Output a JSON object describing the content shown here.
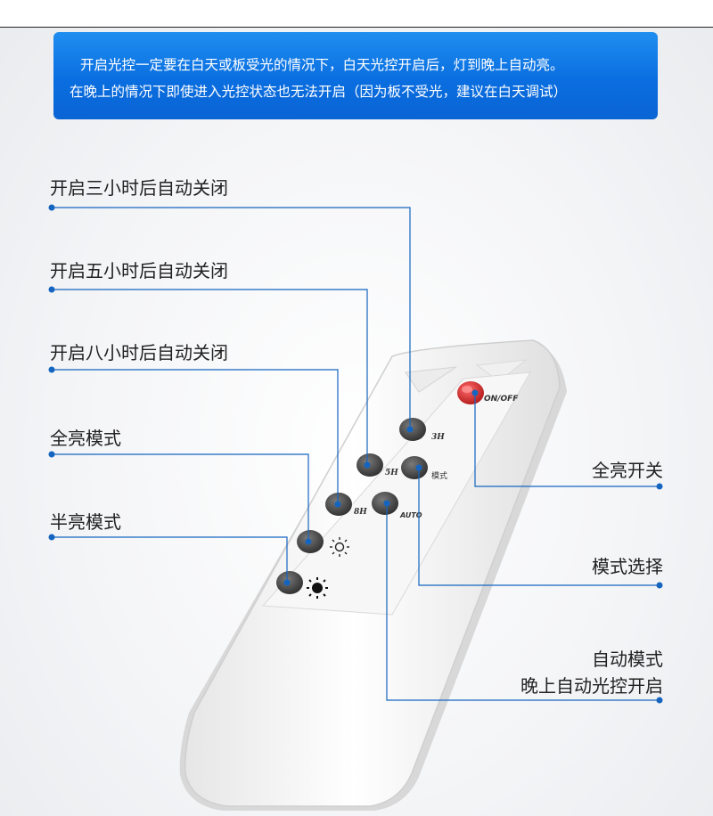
{
  "banner": {
    "line1": "开启光控一定要在白天或板受光的情况下，白天光控开启后，灯到晚上自动亮。",
    "line2": "在晚上的情况下即使进入光控状态也无法开启（因为板不受光，建议在白天调试）"
  },
  "callouts": {
    "three_hours": "开启三小时后自动关闭",
    "five_hours": "开启五小时后自动关闭",
    "eight_hours": "开启八小时后自动关闭",
    "full_bright": "全亮模式",
    "half_bright": "半亮模式",
    "full_switch": "全亮开关",
    "mode_select": "模式选择",
    "auto_mode_line1": "自动模式",
    "auto_mode_line2": "晚上自动光控开启"
  },
  "remote": {
    "power_label": "ON/OFF",
    "btn_3h": "3H",
    "btn_5h": "5H",
    "btn_8h": "8H",
    "btn_mode": "模式",
    "btn_auto": "AUTO"
  },
  "colors": {
    "banner": "#0a6ee0",
    "leader_line": "#1565c0",
    "power_button": "#d42a2a",
    "button": "#4a4a4a"
  }
}
